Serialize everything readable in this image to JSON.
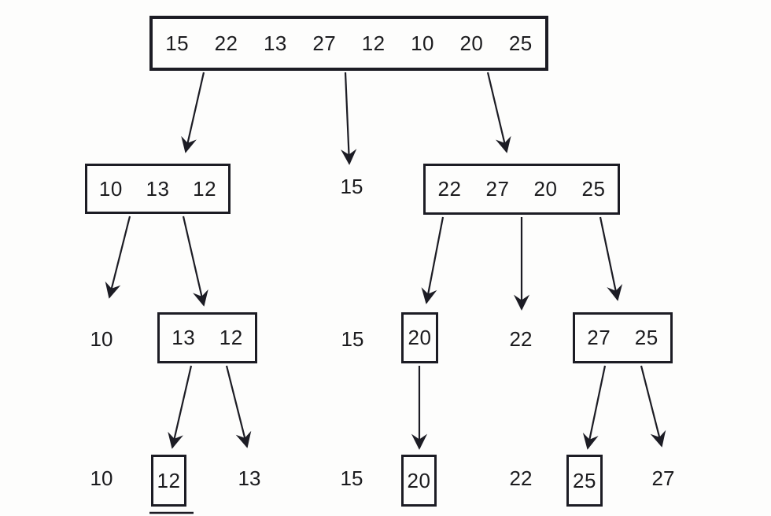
{
  "colors": {
    "ink": "#1c1c24",
    "paper": "#fdfdfc"
  },
  "tree": {
    "level1": {
      "root_box": [
        "15",
        "22",
        "13",
        "27",
        "12",
        "10",
        "20",
        "25"
      ]
    },
    "level2": {
      "left_box": [
        "10",
        "13",
        "12"
      ],
      "middle_value": "15",
      "right_box": [
        "22",
        "27",
        "20",
        "25"
      ]
    },
    "level3": {
      "value_10": "10",
      "box_13_12": [
        "13",
        "12"
      ],
      "value_15": "15",
      "box_20": [
        "20"
      ],
      "value_22": "22",
      "box_27_25": [
        "27",
        "25"
      ]
    },
    "level4": {
      "value_10": "10",
      "box_12": [
        "12"
      ],
      "value_13": "13",
      "value_15": "15",
      "box_20": [
        "20"
      ],
      "value_22": "22",
      "box_25": [
        "25"
      ],
      "value_27": "27"
    }
  }
}
